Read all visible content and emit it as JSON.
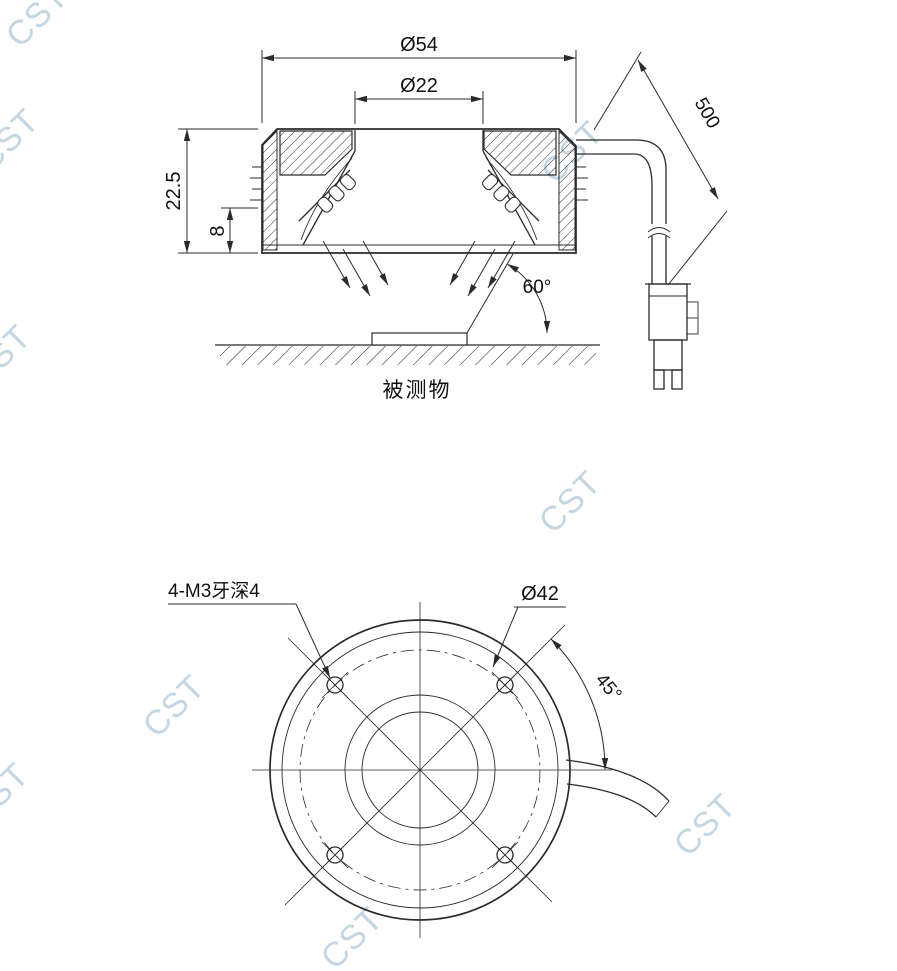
{
  "watermark": {
    "text": "CST"
  },
  "colors": {
    "line": "#2b2b2b",
    "text": "#111111",
    "watermark": "#b6cddc"
  },
  "section_view": {
    "dim_outer_diameter": "Ø54",
    "dim_inner_diameter": "Ø22",
    "dim_total_height": "22.5",
    "dim_inner_height": "8",
    "dim_cable_length": "500",
    "dim_beam_angle": "60°",
    "target_label": "被测物"
  },
  "plan_view": {
    "thread_note": "4-M3牙深4",
    "dim_bolt_circle_diameter": "Ø42",
    "dim_hole_spacing_angle": "45°"
  }
}
